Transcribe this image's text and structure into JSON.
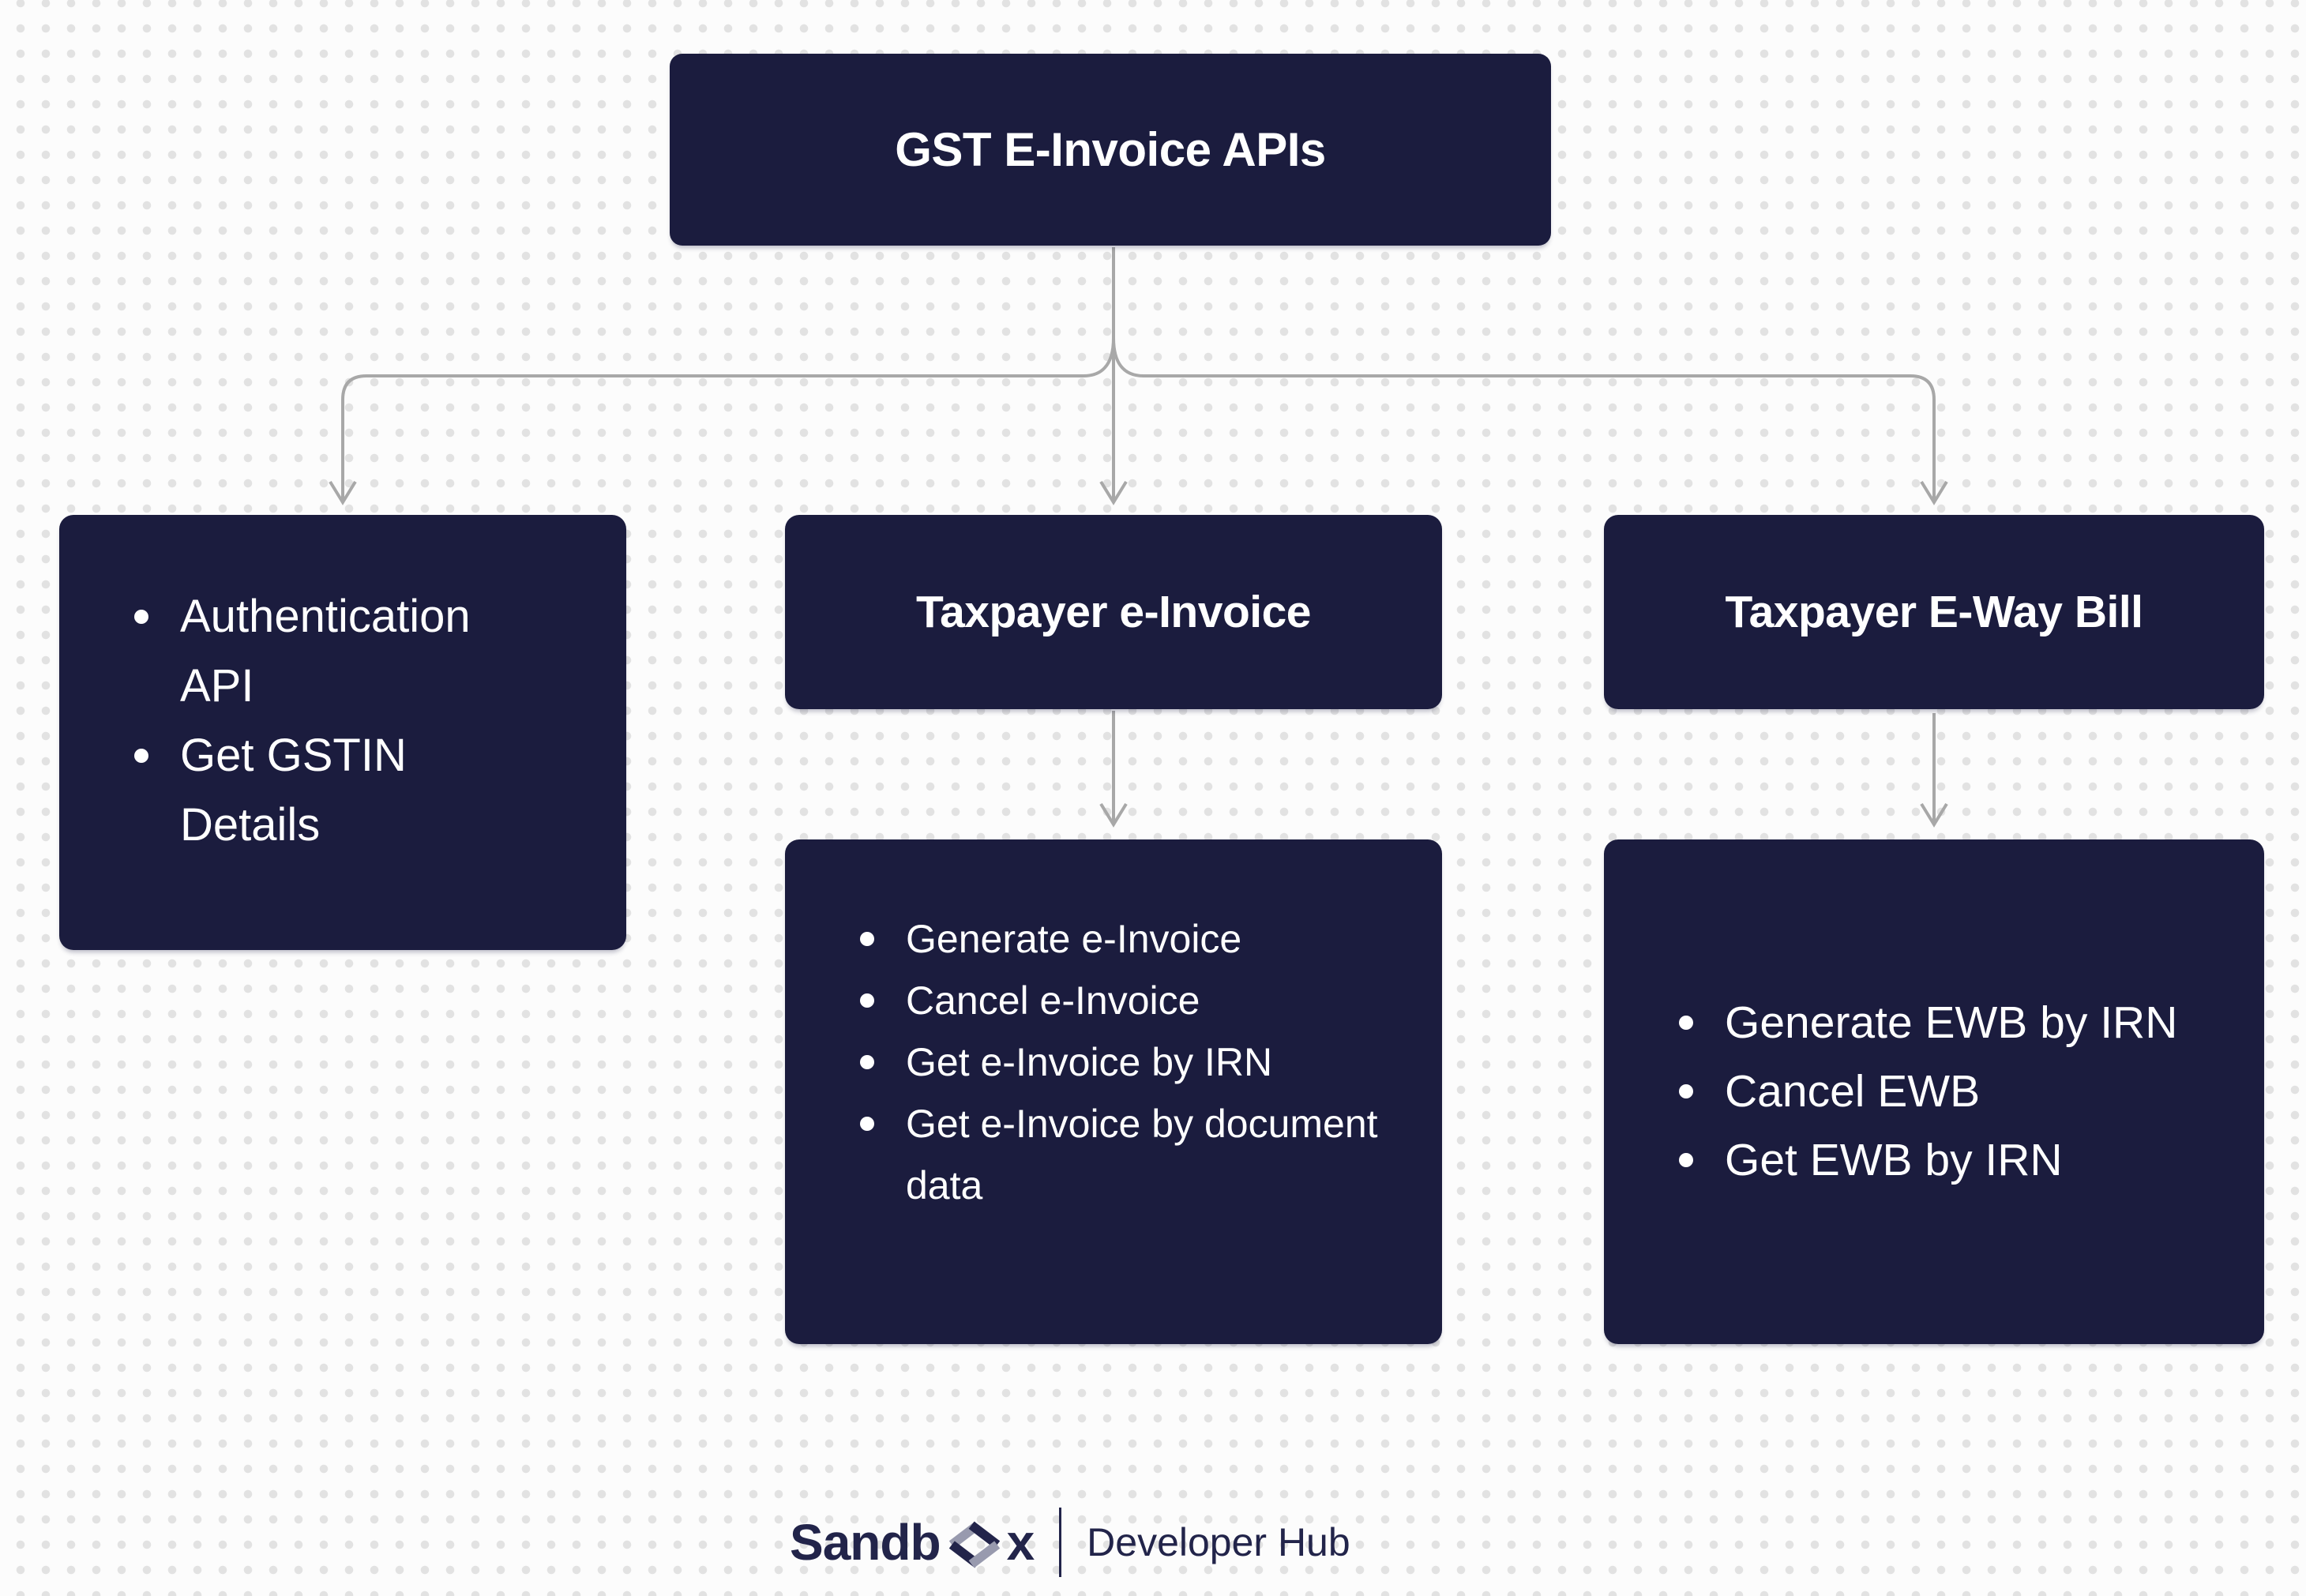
{
  "colors": {
    "background": "#fcfcfc",
    "dot_grid": "#e2e2e2",
    "box_navy": "#1b1c3e",
    "text_white": "#ffffff",
    "connector_gray": "#a8a8a8",
    "logo_navy": "#22244a",
    "logo_gray": "#989aae"
  },
  "diagram": {
    "root": {
      "title": "GST E-Invoice APIs"
    },
    "branches": [
      {
        "id": "authentication",
        "title": "",
        "items": [
          "Authentication API",
          "Get GSTIN Details"
        ]
      },
      {
        "id": "taxpayer-e-invoice",
        "title": "Taxpayer e-Invoice",
        "items": [
          "Generate e-Invoice",
          "Cancel e-Invoice",
          "Get e-Invoice by IRN",
          "Get e-Invoice by document data"
        ]
      },
      {
        "id": "taxpayer-e-way-bill",
        "title": "Taxpayer E-Way Bill",
        "items": [
          "Generate EWB by IRN",
          "Cancel EWB",
          "Get EWB by IRN"
        ]
      }
    ]
  },
  "footer": {
    "brand_prefix": "Sandb",
    "brand_suffix": "x",
    "brand_glyph": "code-diamond",
    "tagline": "Developer Hub"
  }
}
